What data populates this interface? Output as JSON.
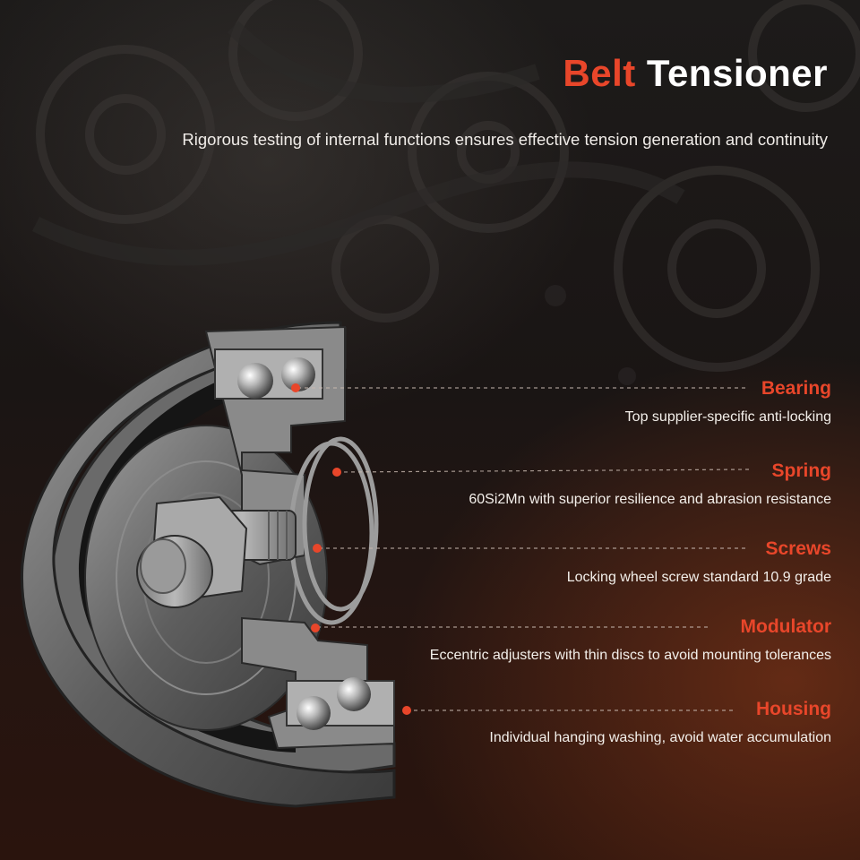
{
  "header": {
    "title_accent": "Belt",
    "title_rest": "Tensioner",
    "subtitle": "Rigorous testing of internal functions ensures effective tension generation and continuity"
  },
  "colors": {
    "accent": "#e8462a",
    "text": "#ffffff",
    "background": "#1a1514"
  },
  "parts": [
    {
      "name": "Bearing",
      "desc": "Top supplier-specific anti-locking"
    },
    {
      "name": "Spring",
      "desc": "60Si2Mn with superior resilience and abrasion resistance"
    },
    {
      "name": "Screws",
      "desc": "Locking wheel screw standard 10.9 grade"
    },
    {
      "name": "Modulator",
      "desc": "Eccentric adjusters with thin discs to avoid mounting tolerances"
    },
    {
      "name": "Housing",
      "desc": "Individual hanging washing, avoid water accumulation"
    }
  ]
}
